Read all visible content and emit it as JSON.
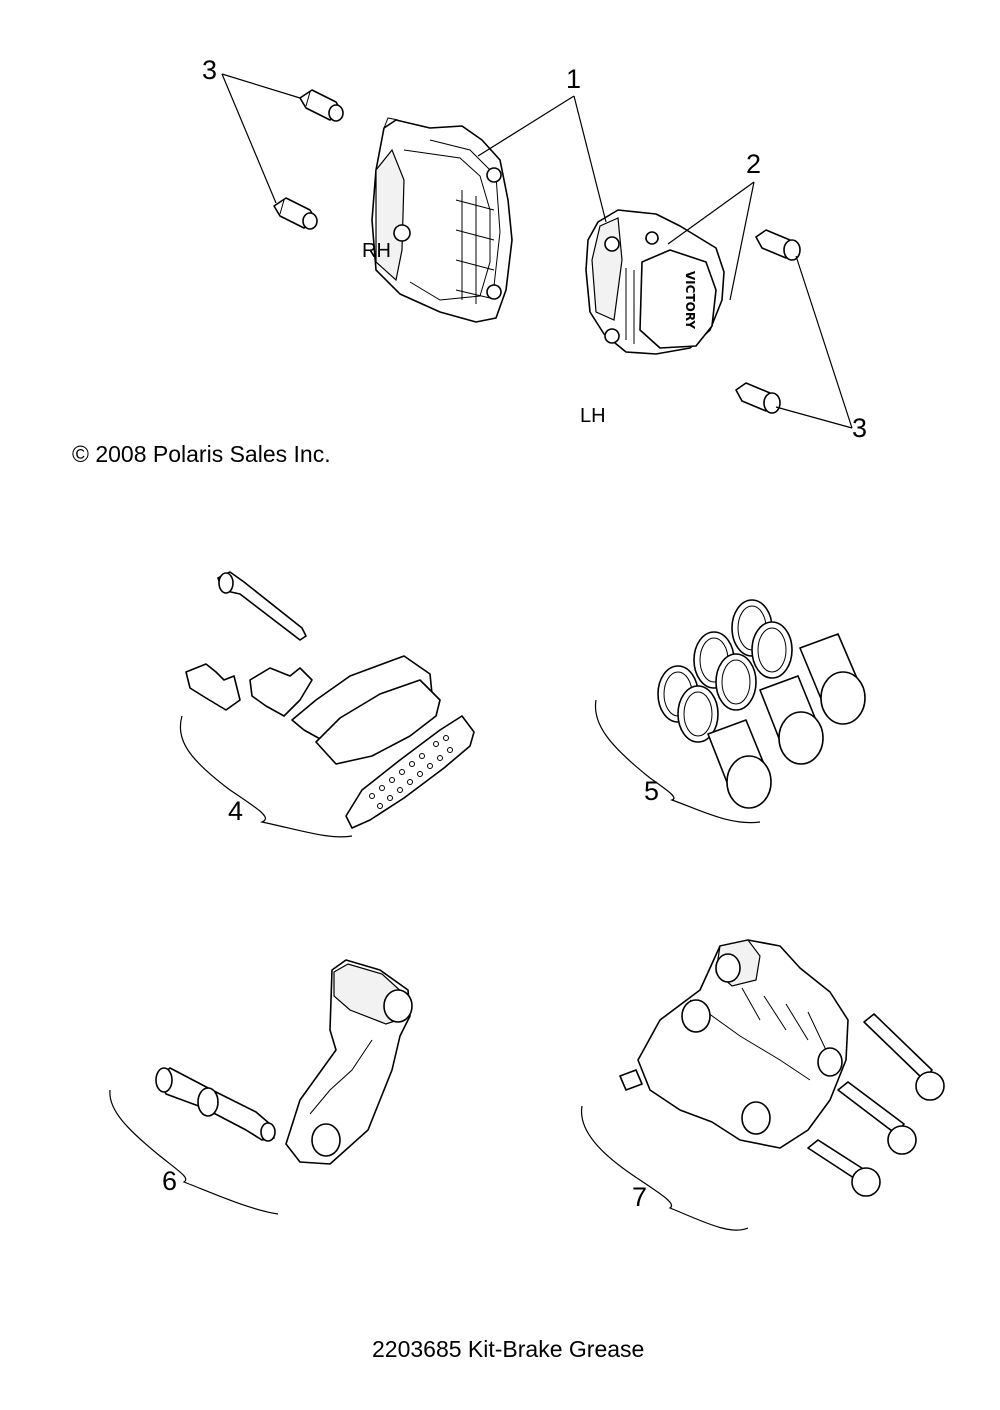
{
  "callouts": {
    "c1": "1",
    "c2": "2",
    "c3a": "3",
    "c3b": "3",
    "c4": "4",
    "c5": "5",
    "c6": "6",
    "c7": "7"
  },
  "side_labels": {
    "right": "RH",
    "left": "LH"
  },
  "caliper_brand": "VICTORY",
  "copyright": "© 2008 Polaris Sales Inc.",
  "footer_note": "2203685 Kit-Brake Grease"
}
